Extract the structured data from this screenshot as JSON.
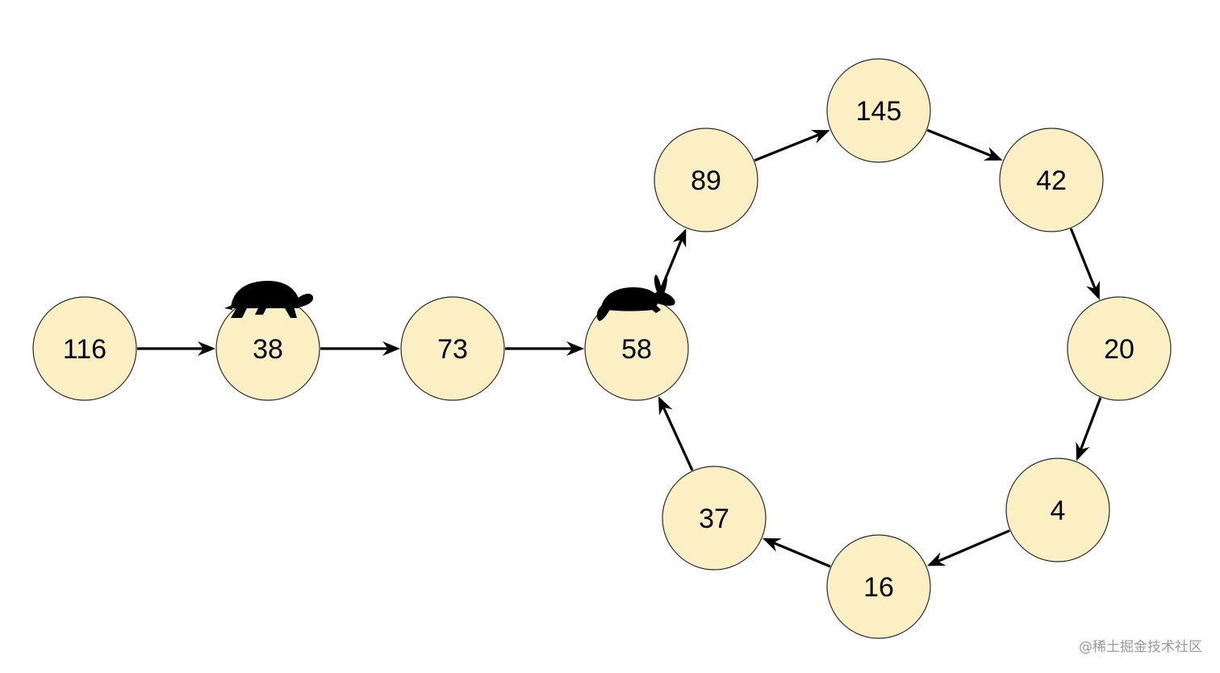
{
  "diagram": {
    "nodes": [
      {
        "id": "n116",
        "label": "116"
      },
      {
        "id": "n38",
        "label": "38"
      },
      {
        "id": "n73",
        "label": "73"
      },
      {
        "id": "n58",
        "label": "58"
      },
      {
        "id": "n89",
        "label": "89"
      },
      {
        "id": "n145",
        "label": "145"
      },
      {
        "id": "n42",
        "label": "42"
      },
      {
        "id": "n20",
        "label": "20"
      },
      {
        "id": "n4",
        "label": "4"
      },
      {
        "id": "n16",
        "label": "16"
      },
      {
        "id": "n37",
        "label": "37"
      }
    ],
    "edges": [
      {
        "from": "n116",
        "to": "n38"
      },
      {
        "from": "n38",
        "to": "n73"
      },
      {
        "from": "n73",
        "to": "n58"
      },
      {
        "from": "n58",
        "to": "n89"
      },
      {
        "from": "n89",
        "to": "n145"
      },
      {
        "from": "n145",
        "to": "n42"
      },
      {
        "from": "n42",
        "to": "n20"
      },
      {
        "from": "n20",
        "to": "n4"
      },
      {
        "from": "n4",
        "to": "n16"
      },
      {
        "from": "n16",
        "to": "n37"
      },
      {
        "from": "n37",
        "to": "n58"
      }
    ],
    "markers": [
      {
        "icon": "tortoise-icon",
        "node": "n38"
      },
      {
        "icon": "rabbit-icon",
        "node": "n58"
      }
    ],
    "colors": {
      "node_fill": "#fdefc4",
      "node_stroke": "#2a2a2a",
      "edge": "#000000"
    }
  },
  "watermark": "@稀土掘金技术社区"
}
